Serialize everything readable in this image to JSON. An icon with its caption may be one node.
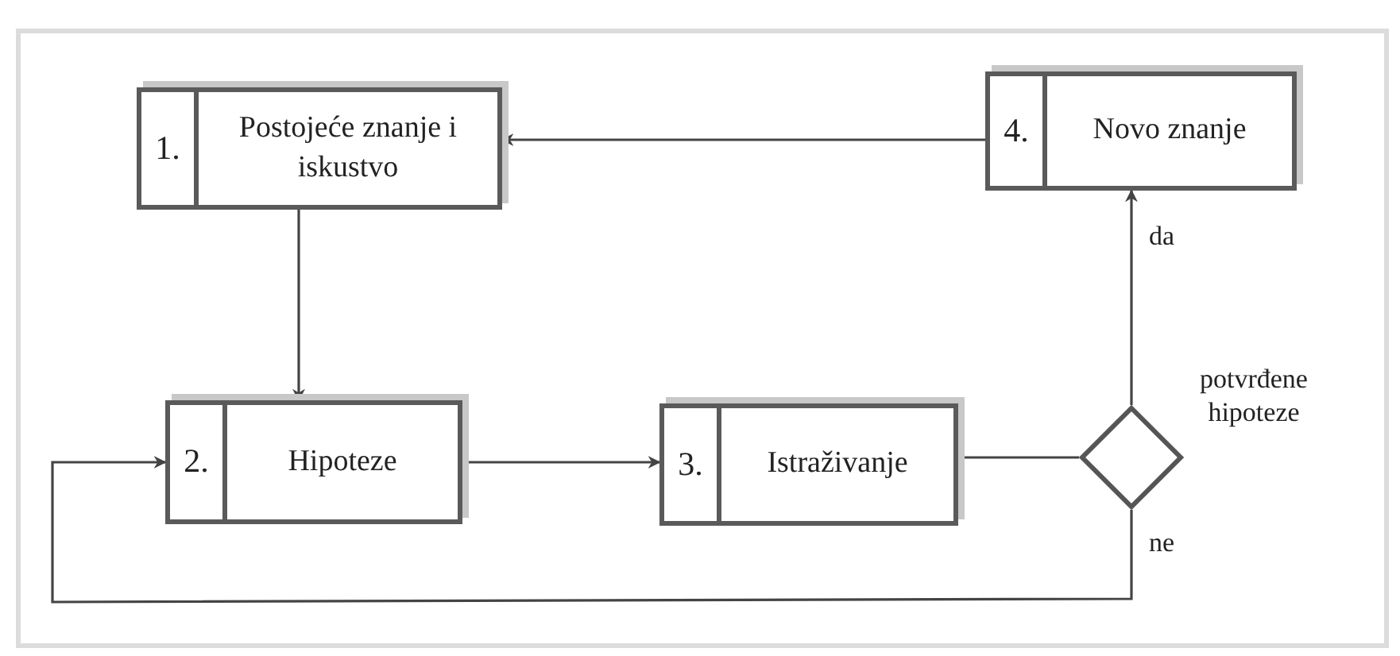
{
  "diagram": {
    "nodes": [
      {
        "text": [
          "1.",
          "Postojeće znanje i iskustvo"
        ]
      },
      {
        "text": [
          "4.",
          "Novo znanje"
        ]
      },
      {
        "text": [
          "2.",
          "Hipoteze"
        ]
      },
      {
        "text": [
          "3.",
          "Istraživanje"
        ]
      },
      {
        "text": [],
        "shape": "diamond",
        "beside": [
          "potvrđene hipoteze"
        ]
      }
    ],
    "edges": [
      {
        "from": 1,
        "to": 0,
        "arrow": "to"
      },
      {
        "from": 0,
        "to": 2,
        "arrow": "to"
      },
      {
        "from": 2,
        "to": 3,
        "arrow": "to"
      },
      {
        "from": 3,
        "to": 4,
        "arrow": "none"
      },
      {
        "from": 4,
        "to": 1,
        "arrow": "to",
        "label": "da"
      },
      {
        "from": 4,
        "to": 2,
        "arrow": "to",
        "label": "ne"
      }
    ]
  }
}
